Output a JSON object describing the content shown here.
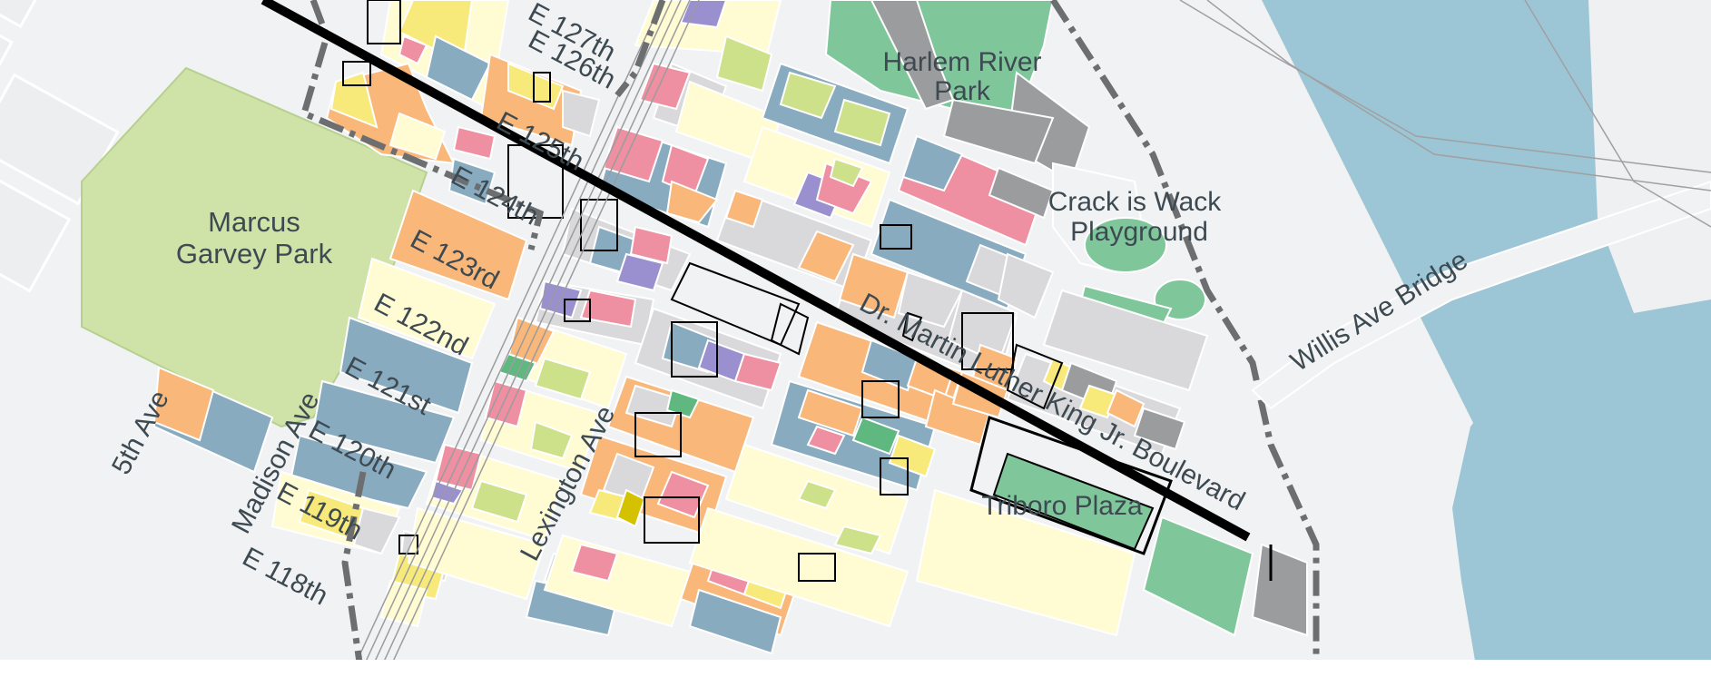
{
  "map": {
    "colors": {
      "background": "#f1f2f3",
      "street": "#ffffff",
      "water": "#9cc6d6",
      "park_green": "#7fc79a",
      "park_light": "#cfe3a8",
      "residential_yellow": "#fffbd2",
      "mixed_orange": "#f9b77a",
      "commercial_pink": "#ef8fa2",
      "institutional_blue": "#89abc0",
      "industrial_gray": "#9b9c9e",
      "lightgray": "#d9d9db",
      "purple": "#9a8fcf",
      "yellow": "#f8ea7a",
      "lime": "#cde08a",
      "green": "#5fb880",
      "boundary": "#6d6e70",
      "route": "#000000"
    },
    "parks": {
      "marcus_line1": "Marcus",
      "marcus_line2": "Garvey Park",
      "harlem_line1": "Harlem River",
      "harlem_line2": "Park",
      "crack_line1": "Crack is Wack",
      "crack_line2": "Playground"
    },
    "places": {
      "triboro": "Triboro Plaza"
    },
    "streets": {
      "e127": "E 127th",
      "e126": "E 126th",
      "e125": "E 125th",
      "e124": "E 124th",
      "e123": "E 123rd",
      "e122": "E 122nd",
      "e121": "E 121st",
      "e120": "E 120th",
      "e119": "E 119th",
      "e118": "E 118th",
      "fifth": "5th Ave",
      "madison": "Madison Ave",
      "lex": "Lexington Ave",
      "mlk": "Dr. Martin Luther King Jr. Boulevard",
      "willis": "Willis Ave Bridge"
    }
  }
}
